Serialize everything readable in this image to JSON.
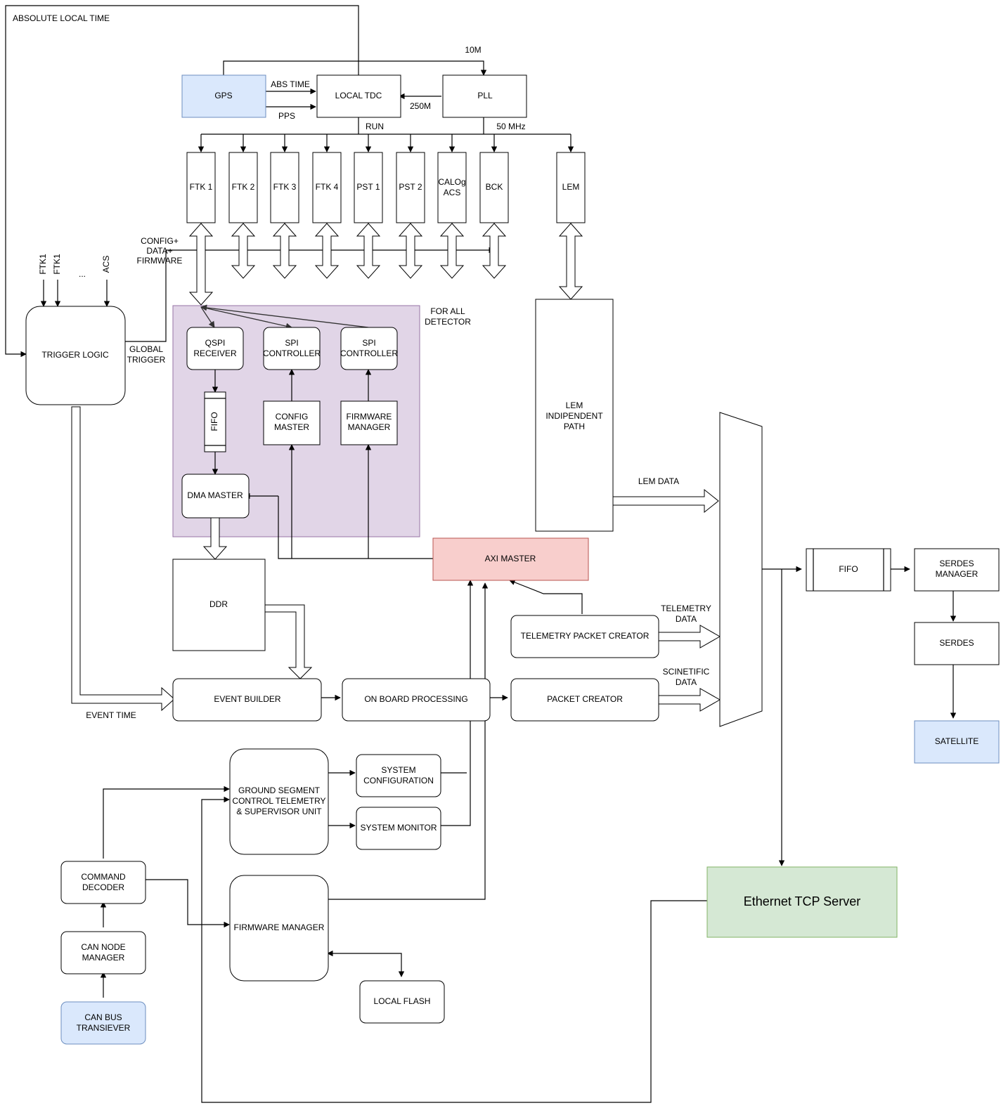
{
  "colors": {
    "blue_fill": "#dae8fc",
    "blue_stroke": "#6c8ebf",
    "purple_fill": "#e1d5e7",
    "purple_stroke": "#9673a6",
    "red_fill": "#f8cecc",
    "red_stroke": "#b85450",
    "green_fill": "#d5e8d4",
    "green_stroke": "#82b366"
  },
  "blocks": {
    "gps": "GPS",
    "local_tdc": "LOCAL TDC",
    "pll": "PLL",
    "ftk1": "FTK 1",
    "ftk2": "FTK 2",
    "ftk3": "FTK 3",
    "ftk4": "FTK 4",
    "pst1": "PST 1",
    "pst2": "PST 2",
    "calog_l1": "CALOg",
    "calog_l2": "ACS",
    "bck": "BCK",
    "lem": "LEM",
    "trigger_logic": "TRIGGER LOGIC",
    "qspi_l1": "QSPI",
    "qspi_l2": "RECEIVER",
    "spi1_l1": "SPI",
    "spi1_l2": "CONTROLLER",
    "spi2_l1": "SPI",
    "spi2_l2": "CONTROLLER",
    "fifo_vert": "FIFO",
    "config_l1": "CONFIG",
    "config_l2": "MASTER",
    "fwm_l1": "FIRMWARE",
    "fwm_l2": "MANAGER",
    "dma": "DMA MASTER",
    "ddr": "DDR",
    "lem_path_l1": "LEM",
    "lem_path_l2": "INDIPENDENT",
    "lem_path_l3": "PATH",
    "axi": "AXI MASTER",
    "telemetry_creator": "TELEMETRY PACKET CREATOR",
    "event_builder": "EVENT BUILDER",
    "onboard": "ON BOARD PROCESSING",
    "packet_creator": "PACKET CREATOR",
    "fifo_out": "FIFO",
    "serdes_mgr_l1": "SERDES",
    "serdes_mgr_l2": "MANAGER",
    "serdes": "SERDES",
    "satellite": "SATELLITE",
    "ground_l1": "GROUND SEGMENT",
    "ground_l2": "CONTROL TELEMETRY",
    "ground_l3": "& SUPERVISOR UNIT",
    "sys_conf_l1": "SYSTEM",
    "sys_conf_l2": "CONFIGURATION",
    "sys_mon": "SYSTEM MONITOR",
    "cmd_l1": "COMMAND",
    "cmd_l2": "DECODER",
    "can_mgr_l1": "CAN NODE",
    "can_mgr_l2": "MANAGER",
    "can_bus_l1": "CAN BUS",
    "can_bus_l2": "TRANSIEVER",
    "fw_manager2": "FIRMWARE MANAGER",
    "local_flash": "LOCAL FLASH",
    "ethernet": "Ethernet TCP Server"
  },
  "labels": {
    "abs_local_time": "ABSOLUTE LOCAL TIME",
    "ten_m": "10M",
    "abs_time": "ABS TIME",
    "pps": "PPS",
    "two_fifty_m": "250M",
    "run": "RUN",
    "fifty_mhz": "50 MHz",
    "config_l1": "CONFIG+",
    "config_l2": "DATA+",
    "config_l3": "FIRMWARE",
    "trig_in_1": "FTK1",
    "trig_in_2": "FTK1",
    "trig_in_dots": "...",
    "trig_in_acs": "ACS",
    "global_l1": "GLOBAL",
    "global_l2": "TRIGGER",
    "for_all_l1": "FOR ALL",
    "for_all_l2": "DETECTOR",
    "lem_data": "LEM DATA",
    "telemetry_l1": "TELEMETRY",
    "telemetry_l2": "DATA",
    "scientific_l1": "SCINETIFIC",
    "scientific_l2": "DATA",
    "event_time": "EVENT TIME"
  }
}
